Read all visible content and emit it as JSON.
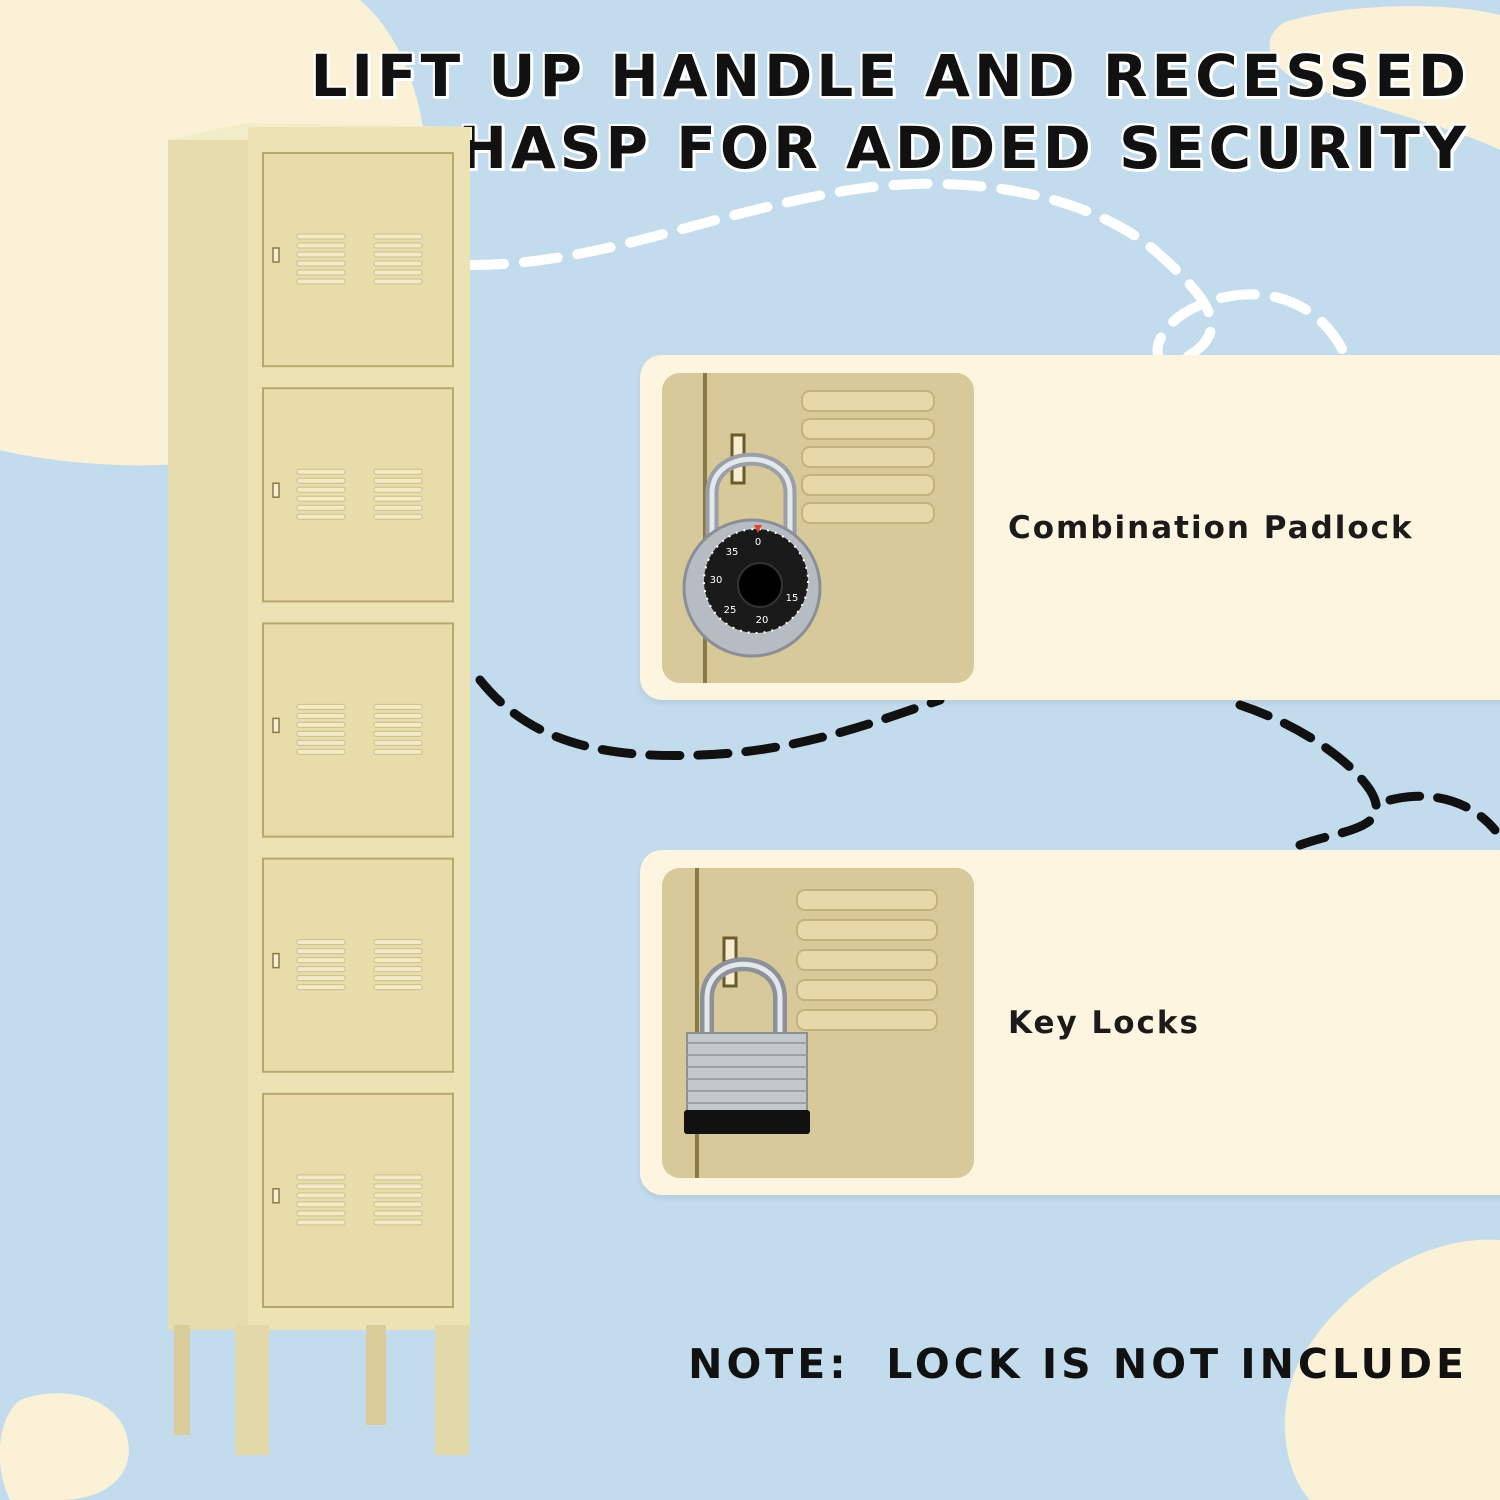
{
  "headline": {
    "line1": "LIFT UP HANDLE AND RECESSED",
    "line2": "HASP FOR ADDED SECURITY"
  },
  "features": [
    {
      "label": "Combination Padlock",
      "icon": "combination-padlock-icon"
    },
    {
      "label": "Key Locks",
      "icon": "key-padlock-icon"
    }
  ],
  "note": "NOTE:  LOCK IS NOT INCLUDE",
  "locker": {
    "doors": 5
  },
  "colors": {
    "background": "#c2dcee",
    "cream_blob": "#fbf1d6",
    "card": "#fdf5e0",
    "locker_body": "#ede3b8",
    "locker_door": "#e8dcaa",
    "photo_panel": "#d8c99a"
  }
}
